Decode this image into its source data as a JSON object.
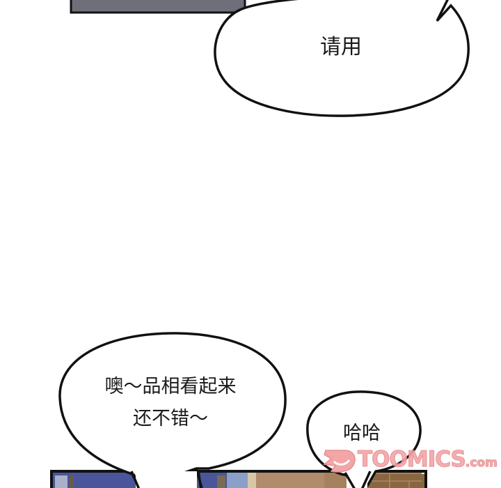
{
  "page": {
    "type": "comic-panel",
    "background": "#ffffff"
  },
  "panels": {
    "top": {
      "fill": "#6e6f78",
      "border": "#111111"
    },
    "bottom": {
      "segments": [
        "#4a5699",
        "#8aa0c8",
        "#b08b6c",
        "#8a6640"
      ],
      "border": "#111111"
    }
  },
  "bubbles": {
    "top_right": {
      "text": "请用"
    },
    "bottom_left": {
      "text": "噢～品相看起来\n还不错～"
    },
    "bottom_right": {
      "text": "哈哈"
    }
  },
  "watermark": {
    "brand": "TOOMICS",
    "suffix": ".com",
    "color": "#f2a6a8"
  }
}
